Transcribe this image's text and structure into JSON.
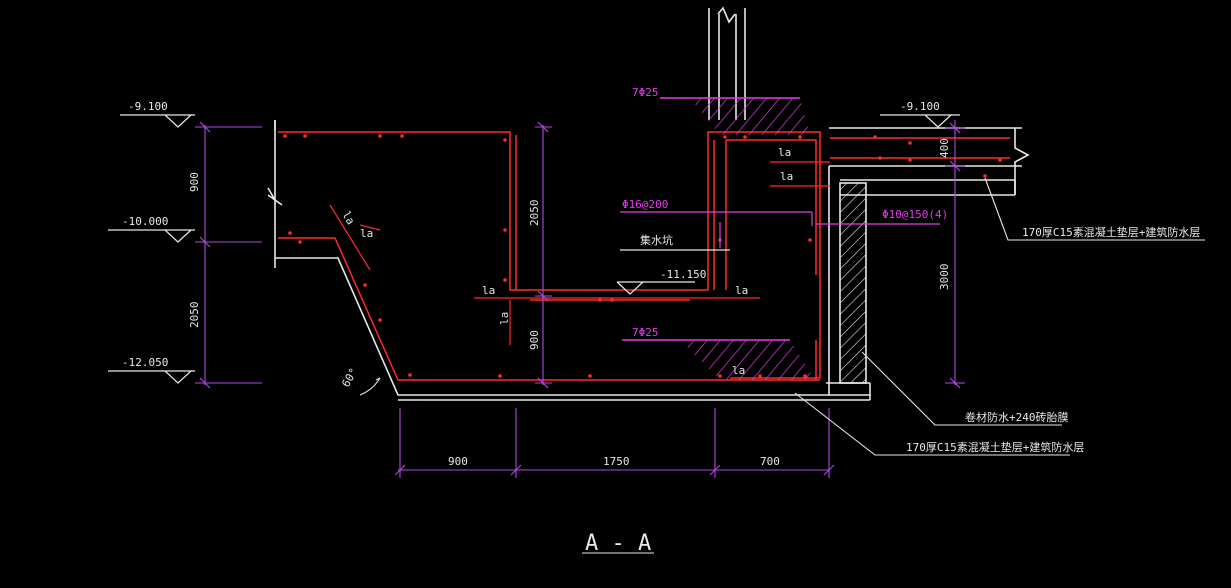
{
  "drawing": {
    "section_title": "A - A",
    "colors": {
      "background": "#000000",
      "outline": "#e8e8e8",
      "rebar": "#ff2a2a",
      "annotation": "#e23ce6",
      "dimension": "#b04be0",
      "leader": "#e8e8e8"
    }
  },
  "elevations": {
    "top_left": "-9.100",
    "top_right": "-9.100",
    "mid_left": "-10.000",
    "bottom_left": "-12.050",
    "pit_bottom": "-11.150"
  },
  "dimensions": {
    "left_upper": "900",
    "left_lower": "2050",
    "pit_depth": "2050",
    "mid_lower": "900",
    "right_height": "3000",
    "slab_thickness": "400",
    "bottom_1": "900",
    "bottom_2": "1750",
    "bottom_3": "700"
  },
  "rebar_labels": {
    "top_bars": "7Φ25",
    "bottom_bars": "7Φ25",
    "pit_wall": "Φ16@200",
    "stirrup": "Φ10@150(4)",
    "anchor": "la"
  },
  "notes": {
    "sump_pit": "集水坑",
    "cushion_top": "170厚C15素混凝土垫层+建筑防水层",
    "cushion_bottom": "170厚C15素混凝土垫层+建筑防水层",
    "brick_wall": "卷材防水+240砖胎膜",
    "slope_angle": "60°"
  }
}
